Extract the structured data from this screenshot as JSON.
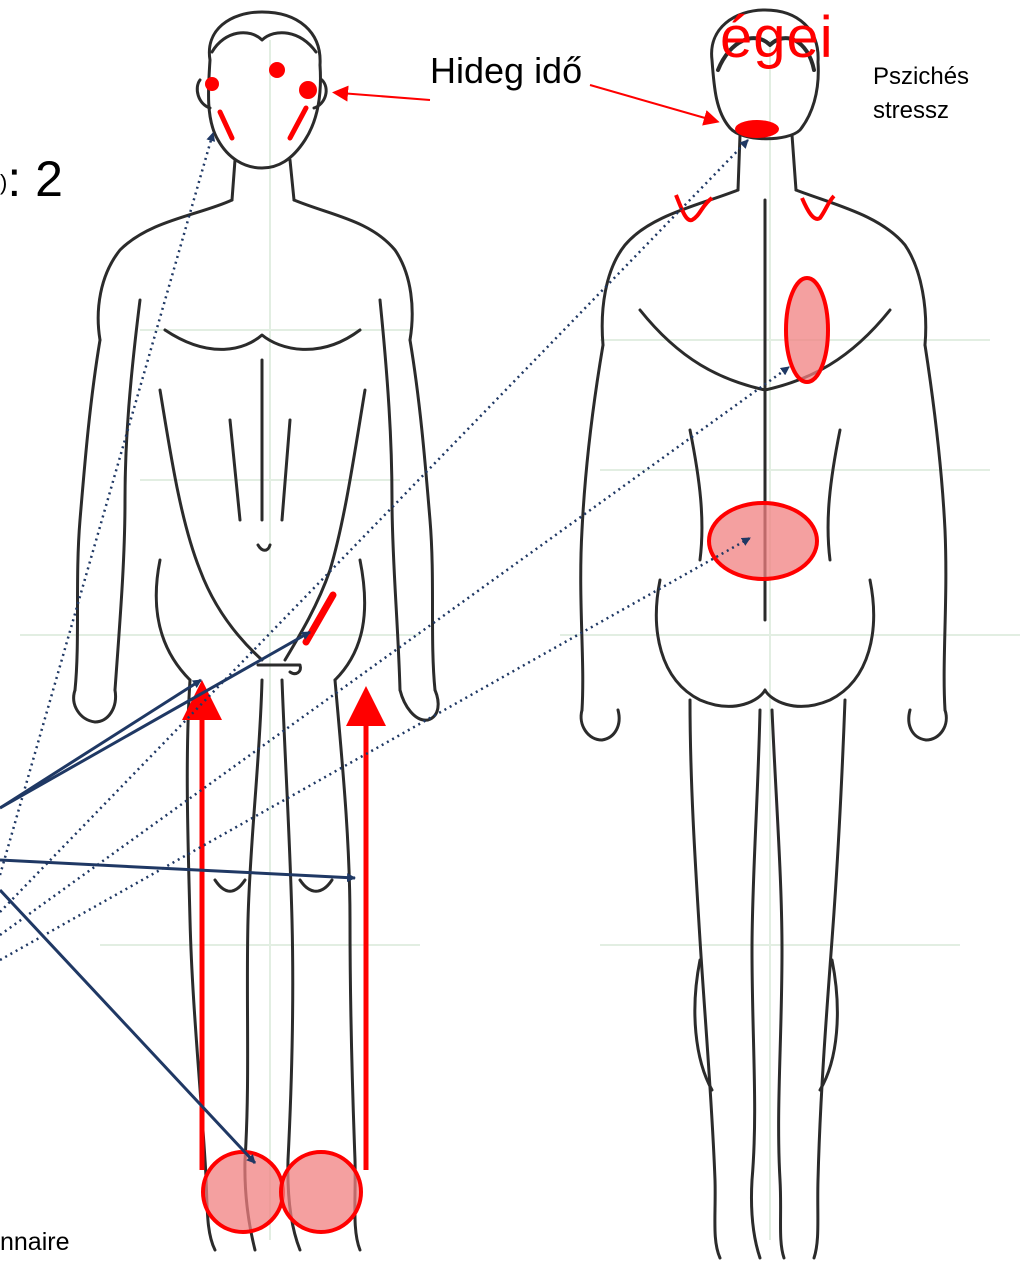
{
  "header": {
    "title_fragment": "égei",
    "subtitle_fragment_small": ")",
    "subtitle_fragment_large": ": 2"
  },
  "labels": {
    "cold_weather": "Hideg idő",
    "stress_line1": "Pszichés",
    "stress_line2": "stressz",
    "questionnaire_fragment": "nnaire"
  },
  "colors": {
    "marker_red": "#ff0000",
    "fill_red": "#f08080",
    "arrow_navy": "#1f3864",
    "sketch": "#2b2b2b"
  },
  "figures": {
    "front": "front-view human body sketch",
    "back": "back-view human body sketch"
  },
  "icons": [
    "arrow-icon"
  ]
}
